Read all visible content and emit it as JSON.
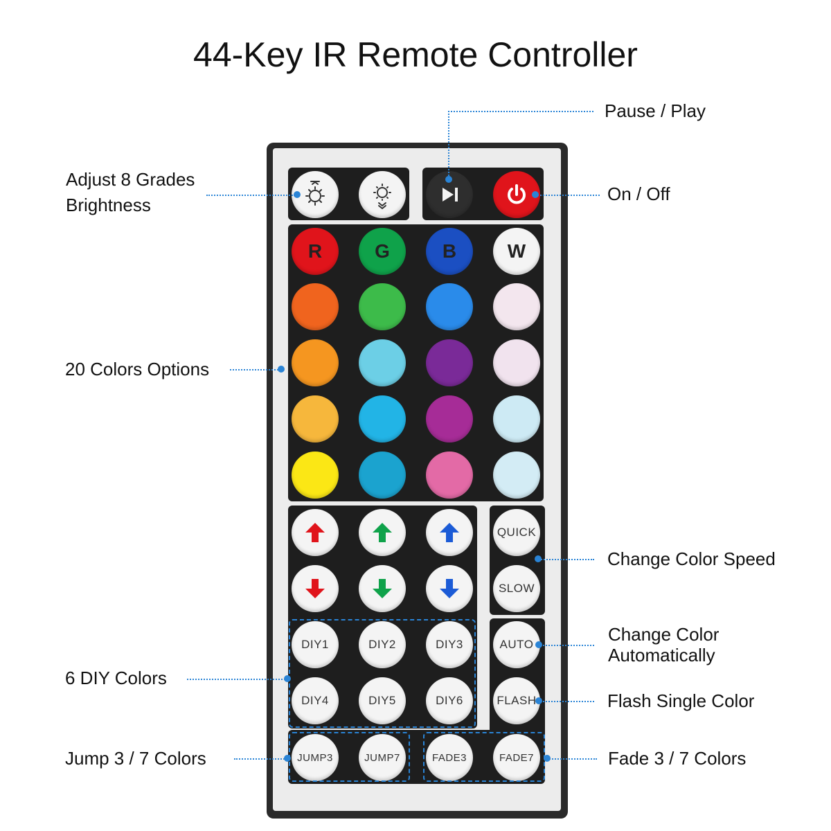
{
  "title": "44-Key IR Remote Controller",
  "callouts": {
    "pause_play": "Pause / Play",
    "on_off": "On / Off",
    "brightness_line1": "Adjust 8 Grades",
    "brightness_line2": "Brightness",
    "colors": "20 Colors Options",
    "speed": "Change Color Speed",
    "auto_line1": "Change Color",
    "auto_line2": "Automatically",
    "flash": "Flash Single Color",
    "diy": "6 DIY Colors",
    "jump": "Jump 3 / 7 Colors",
    "fade": "Fade 3 / 7 Colors"
  },
  "buttons": {
    "r": "R",
    "g": "G",
    "b": "B",
    "w": "W",
    "quick": "QUICK",
    "slow": "SLOW",
    "diy1": "DIY1",
    "diy2": "DIY2",
    "diy3": "DIY3",
    "diy4": "DIY4",
    "diy5": "DIY5",
    "diy6": "DIY6",
    "auto": "AUTO",
    "flash": "FLASH",
    "jump3": "JUMP3",
    "jump7": "JUMP7",
    "fade3": "FADE3",
    "fade7": "FADE7"
  },
  "colors": {
    "row1": [
      "#e0141b",
      "#0fa24a",
      "#1b4fc2",
      "#f4f4f4"
    ],
    "row2": [
      "#f0641e",
      "#3dbb4a",
      "#2a8bea",
      "#f3e6ee"
    ],
    "row3": [
      "#f59620",
      "#6ccfe6",
      "#7a2a98",
      "#f1e3ee"
    ],
    "row4": [
      "#f6b73c",
      "#22b4e6",
      "#a62c97",
      "#cdeaf4"
    ],
    "row5": [
      "#fbe715",
      "#1ba3cf",
      "#e36aa6",
      "#d3ecf5"
    ],
    "accent": "#2a84d6",
    "arrow_red": "#e0141b",
    "arrow_green": "#0fa24a",
    "arrow_blue": "#1b5bd6"
  }
}
